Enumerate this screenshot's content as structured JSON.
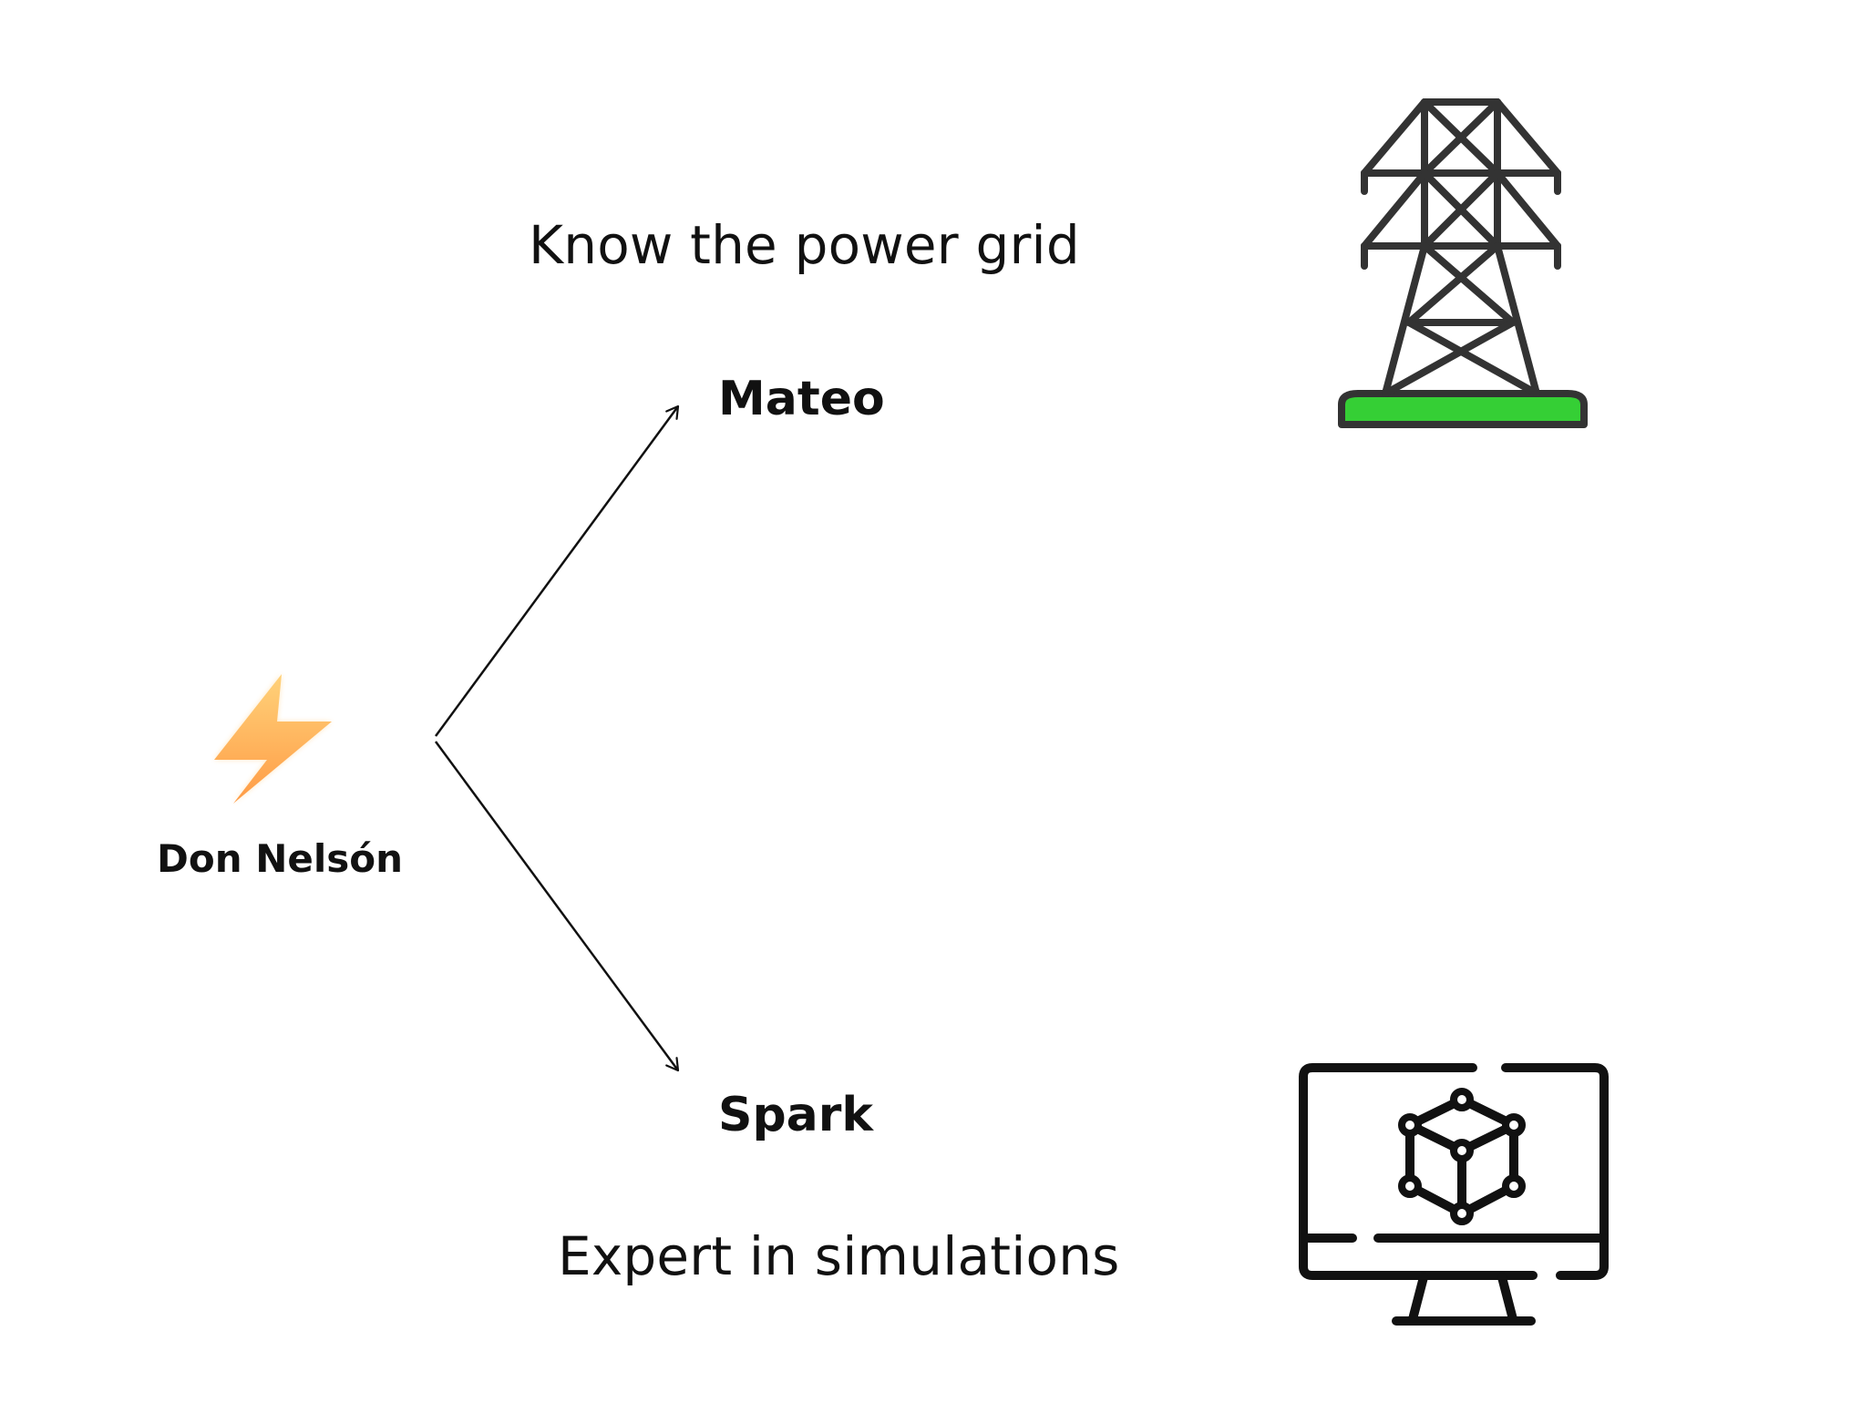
{
  "diagram": {
    "origin": {
      "name": "Don Nelsón",
      "icon": "lightning-bolt-icon"
    },
    "targets": [
      {
        "name": "Mateo",
        "caption": "Know the power grid",
        "icon": "transmission-tower-icon"
      },
      {
        "name": "Spark",
        "caption": "Expert in simulations",
        "icon": "computer-simulation-icon"
      }
    ]
  },
  "colors": {
    "bolt_top": "#ffd27a",
    "bolt_bottom": "#ff9b45",
    "tower_base": "#35cf35",
    "outline": "#333333",
    "text": "#111111"
  }
}
